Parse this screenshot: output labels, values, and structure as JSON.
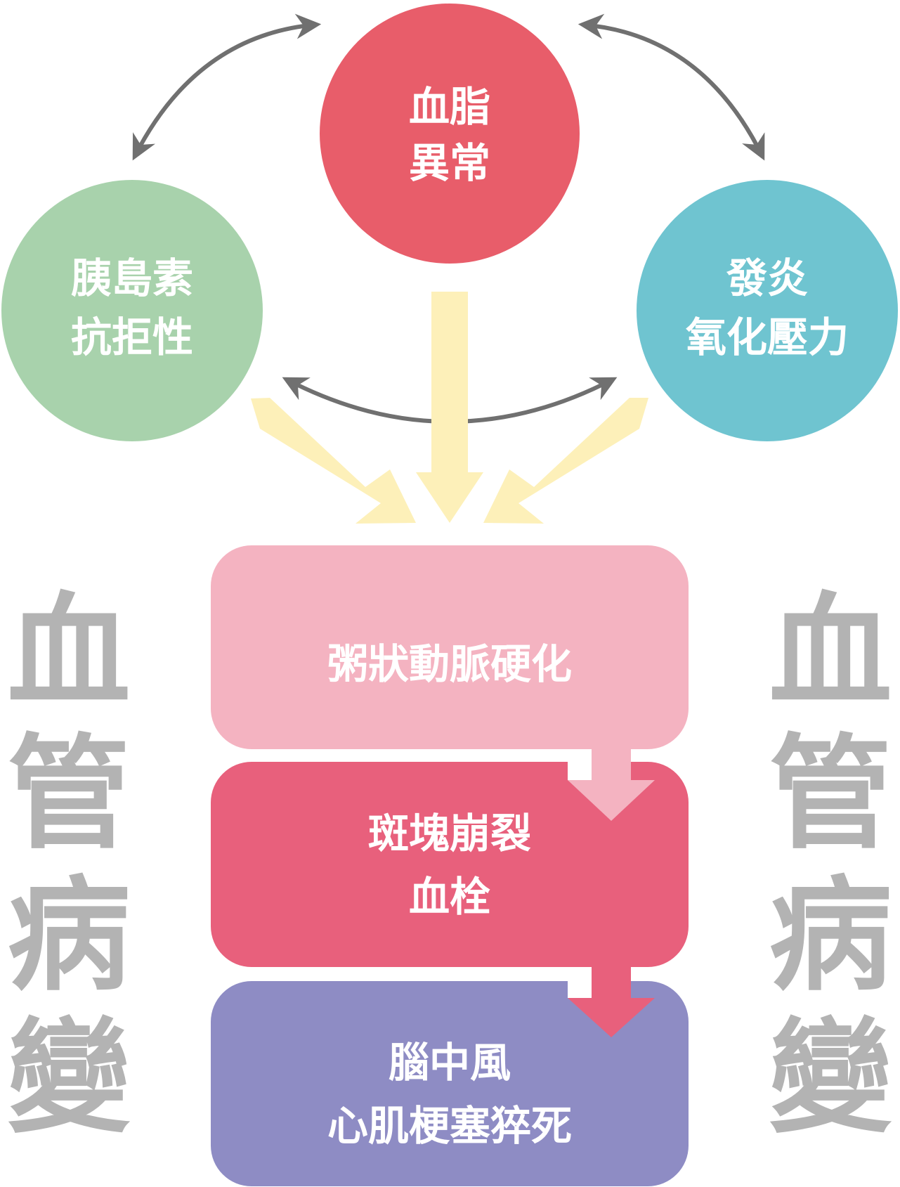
{
  "colors": {
    "dyslipidemia": "#e85d6a",
    "insulin": "#a8d2ac",
    "inflammation": "#6fc4d0",
    "athero": "#f4b3c1",
    "plaque": "#e8607c",
    "stroke": "#8e8cc4",
    "yellow_arrow": "#fdf0b9",
    "gray_arrow": "#707070",
    "side_text": "#b3b3b3"
  },
  "circles": {
    "top": {
      "line1": "血脂",
      "line2": "異常"
    },
    "left": {
      "line1": "胰島素",
      "line2": "抗拒性"
    },
    "right": {
      "line1": "發炎",
      "line2": "氧化壓力"
    }
  },
  "boxes": {
    "athero": {
      "line1": "粥狀動脈硬化"
    },
    "plaque": {
      "line1": "斑塊崩裂",
      "line2": "血栓"
    },
    "stroke": {
      "line1": "腦中風",
      "line2": "心肌梗塞猝死"
    }
  },
  "side_labels": {
    "left": [
      "血",
      "管",
      "病",
      "變"
    ],
    "right": [
      "血",
      "管",
      "病",
      "變"
    ]
  }
}
